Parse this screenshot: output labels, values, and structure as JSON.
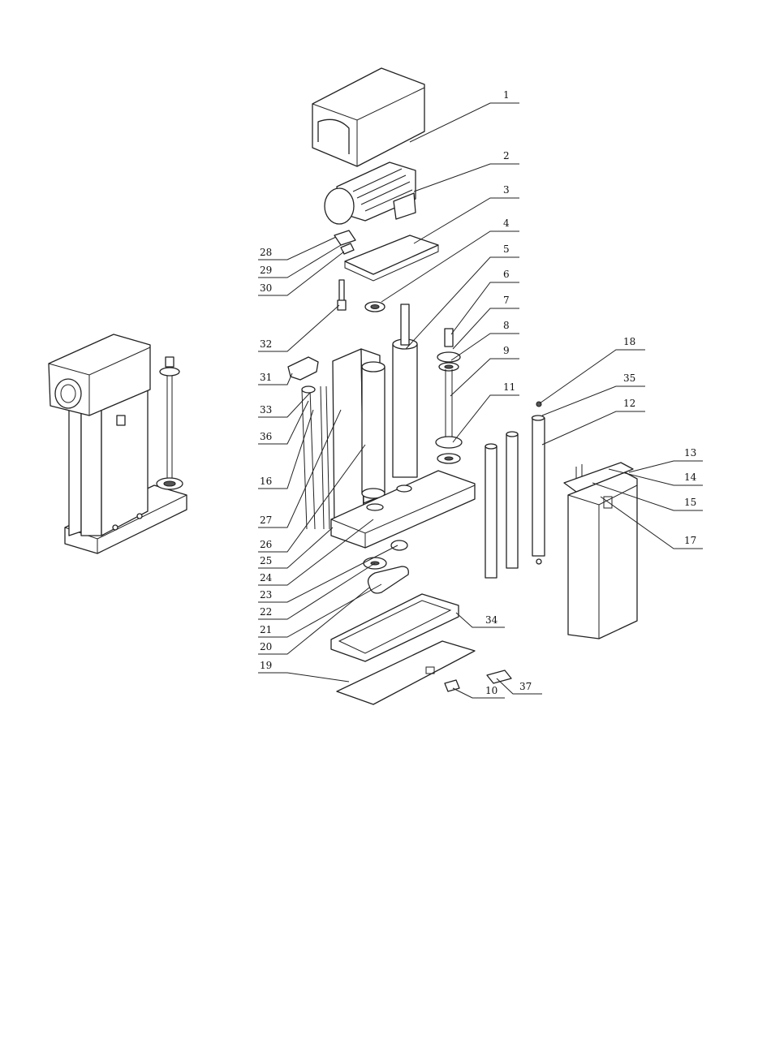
{
  "callouts": [
    {
      "id": "1",
      "label": "1"
    },
    {
      "id": "2",
      "label": "2"
    },
    {
      "id": "3",
      "label": "3"
    },
    {
      "id": "4",
      "label": "4"
    },
    {
      "id": "5",
      "label": "5"
    },
    {
      "id": "6",
      "label": "6"
    },
    {
      "id": "7",
      "label": "7"
    },
    {
      "id": "8",
      "label": "8"
    },
    {
      "id": "9",
      "label": "9"
    },
    {
      "id": "10",
      "label": "10"
    },
    {
      "id": "11",
      "label": "11"
    },
    {
      "id": "12",
      "label": "12"
    },
    {
      "id": "13",
      "label": "13"
    },
    {
      "id": "14",
      "label": "14"
    },
    {
      "id": "15",
      "label": "15"
    },
    {
      "id": "16",
      "label": "16"
    },
    {
      "id": "17",
      "label": "17"
    },
    {
      "id": "18",
      "label": "18"
    },
    {
      "id": "19",
      "label": "19"
    },
    {
      "id": "20",
      "label": "20"
    },
    {
      "id": "21",
      "label": "21"
    },
    {
      "id": "22",
      "label": "22"
    },
    {
      "id": "23",
      "label": "23"
    },
    {
      "id": "24",
      "label": "24"
    },
    {
      "id": "25",
      "label": "25"
    },
    {
      "id": "26",
      "label": "26"
    },
    {
      "id": "27",
      "label": "27"
    },
    {
      "id": "28",
      "label": "28"
    },
    {
      "id": "29",
      "label": "29"
    },
    {
      "id": "30",
      "label": "30"
    },
    {
      "id": "31",
      "label": "31"
    },
    {
      "id": "32",
      "label": "32"
    },
    {
      "id": "33",
      "label": "33"
    },
    {
      "id": "34",
      "label": "34"
    },
    {
      "id": "35",
      "label": "35"
    },
    {
      "id": "36",
      "label": "36"
    },
    {
      "id": "37",
      "label": "37"
    }
  ]
}
